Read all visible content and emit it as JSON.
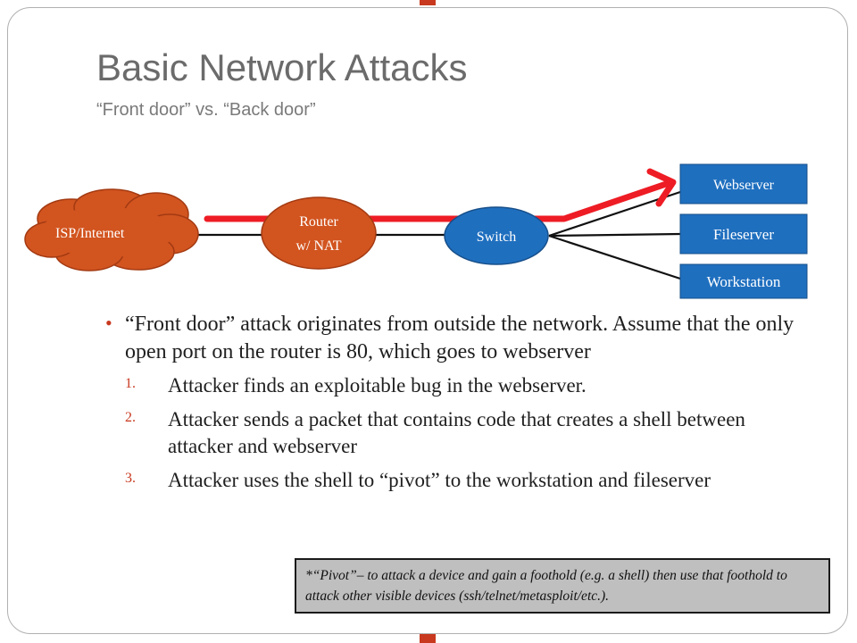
{
  "slide": {
    "title": "Basic Network Attacks",
    "subtitle": "“Front door” vs. “Back door”"
  },
  "diagram": {
    "nodes": {
      "isp": "ISP/Internet",
      "router_line1": "Router",
      "router_line2": "w/ NAT",
      "switch": "Switch",
      "webserver": "Webserver",
      "fileserver": "Fileserver",
      "workstation": "Workstation"
    },
    "colors": {
      "cloud": "#d2541f",
      "blue_node": "#1f6fbf",
      "attack_path": "#ee1c24"
    }
  },
  "content": {
    "bullet": "“Front door” attack originates from outside the network. Assume that the only open port on the router is 80, which goes to webserver",
    "steps": [
      {
        "num": "1.",
        "text": "Attacker finds an exploitable bug in the webserver."
      },
      {
        "num": "2.",
        "text": "Attacker sends a packet that contains code that creates a shell between attacker and webserver"
      },
      {
        "num": "3.",
        "text": "Attacker uses the shell to “pivot” to the workstation and fileserver"
      }
    ]
  },
  "note": {
    "text": "*“Pivot”– to attack a device and gain a foothold (e.g. a shell) then use that foothold to attack other visible devices (ssh/telnet/metasploit/etc.)."
  }
}
